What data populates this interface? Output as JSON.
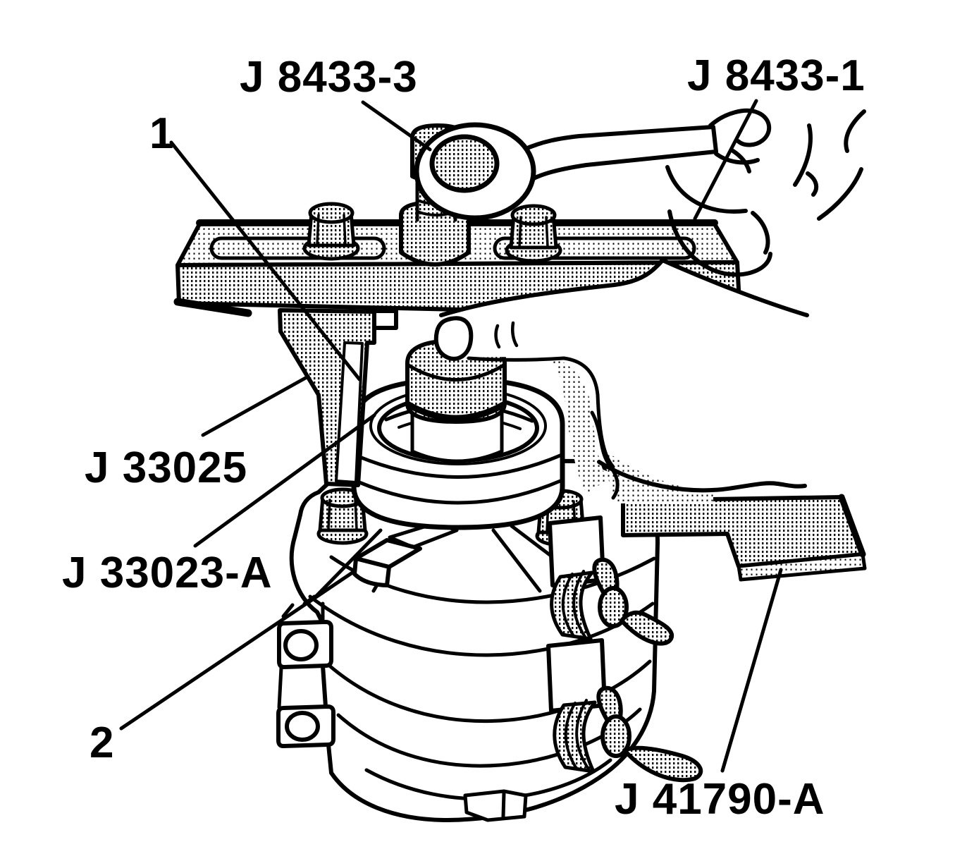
{
  "figure": {
    "ink_color": "#000000",
    "background_color": "#ffffff",
    "callouts": [
      {
        "id": "j8433-3",
        "text": "J 8433-3"
      },
      {
        "id": "j8433-1",
        "text": "J 8433-1"
      },
      {
        "id": "item-1",
        "text": "1"
      },
      {
        "id": "j33025",
        "text": "J 33025"
      },
      {
        "id": "j33023-a",
        "text": "J 33023-A"
      },
      {
        "id": "item-2",
        "text": "2"
      },
      {
        "id": "j41790-a",
        "text": "J 41790-A"
      }
    ]
  }
}
